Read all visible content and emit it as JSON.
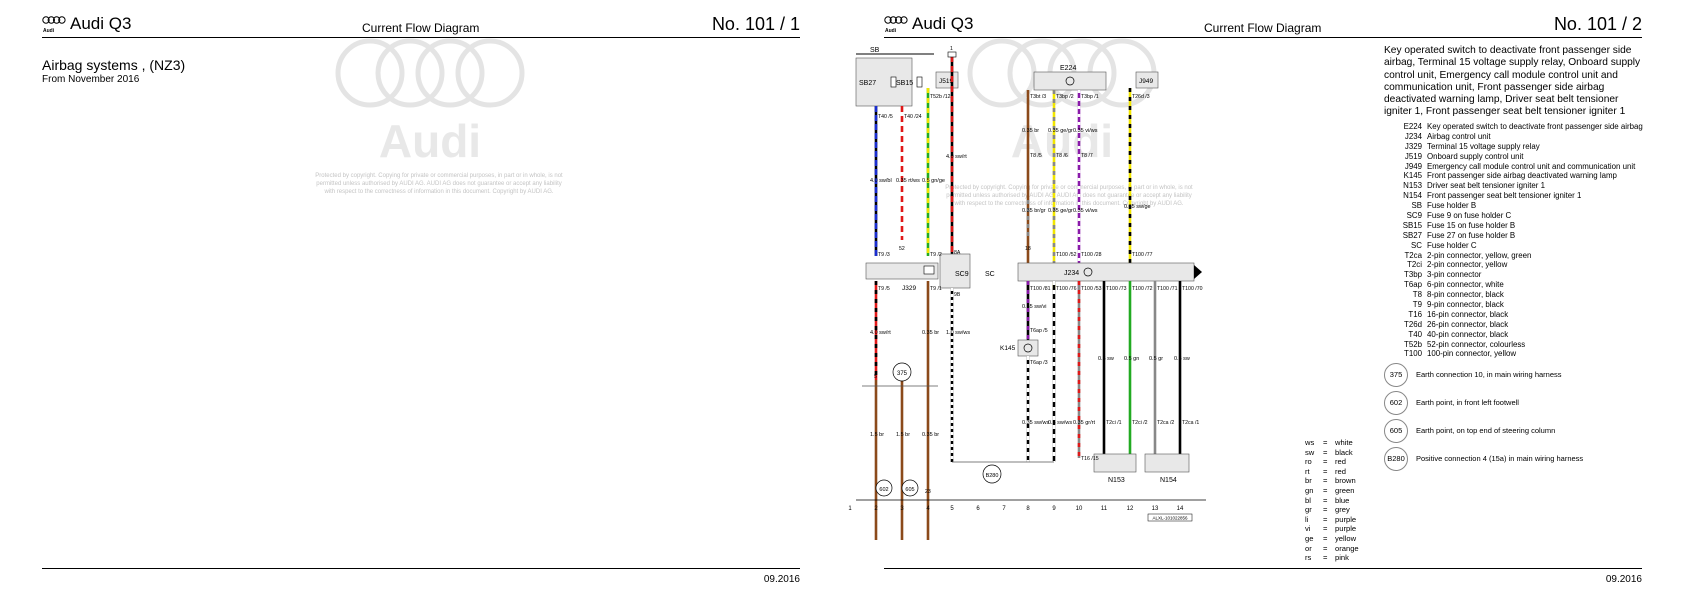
{
  "pages": [
    {
      "brand": "Audi Q3",
      "doc_title": "Current Flow Diagram",
      "number": "No.  101 /  1",
      "date": "09.2016",
      "system_title": "Airbag systems , (NZ3)",
      "system_subtitle": "From November 2016",
      "watermark": "Protected by copyright. Copying for private or commercial purposes, in part or in whole, is not permitted unless authorised by AUDI AG. AUDI AG does not guarantee or accept any liability with respect to the correctness of information in this document. Copyright by AUDI AG."
    },
    {
      "brand": "Audi Q3",
      "doc_title": "Current Flow Diagram",
      "number": "No.  101 /  2",
      "date": "09.2016",
      "watermark": "Protected by copyright. Copying for private or commercial purposes, in part or in whole, is not permitted unless authorised by AUDI AG. AUDI AG does not guarantee or accept any liability with respect to the correctness of information in this document. Copyright by AUDI AG.",
      "description": "Key operated switch to deactivate front passenger side airbag, Terminal 15 voltage supply relay, Onboard supply control unit, Emergency call module control unit and communication unit, Front passenger side airbag deactivated warning lamp, Driver seat belt tensioner igniter 1, Front passenger seat belt tensioner igniter 1",
      "legend": [
        {
          "code": "E224",
          "text": "Key operated switch to deactivate front passenger side airbag"
        },
        {
          "code": "J234",
          "text": "Airbag control unit"
        },
        {
          "code": "J329",
          "text": "Terminal 15 voltage supply relay"
        },
        {
          "code": "J519",
          "text": "Onboard supply control unit"
        },
        {
          "code": "J949",
          "text": "Emergency call module control unit and communication unit"
        },
        {
          "code": "K145",
          "text": "Front passenger side airbag deactivated warning lamp"
        },
        {
          "code": "N153",
          "text": "Driver seat belt tensioner igniter 1"
        },
        {
          "code": "N154",
          "text": "Front passenger seat belt tensioner igniter 1"
        },
        {
          "code": "SB",
          "text": "Fuse holder B"
        },
        {
          "code": "SC9",
          "text": "Fuse 9 on fuse holder C"
        },
        {
          "code": "SB15",
          "text": "Fuse 15 on fuse holder B"
        },
        {
          "code": "SB27",
          "text": "Fuse 27 on fuse holder B"
        },
        {
          "code": "SC",
          "text": "Fuse holder C"
        },
        {
          "code": "T2ca",
          "text": "2-pin connector, yellow, green"
        },
        {
          "code": "T2ci",
          "text": "2-pin connector, yellow"
        },
        {
          "code": "T3bp",
          "text": "3-pin connector"
        },
        {
          "code": "T6ap",
          "text": "6-pin connector, white"
        },
        {
          "code": "T8",
          "text": "8-pin connector, black"
        },
        {
          "code": "T9",
          "text": "9-pin connector, black"
        },
        {
          "code": "T16",
          "text": "16-pin connector, black"
        },
        {
          "code": "T26d",
          "text": "26-pin connector, black"
        },
        {
          "code": "T40",
          "text": "40-pin connector, black"
        },
        {
          "code": "T52b",
          "text": "52-pin connector, colourless"
        },
        {
          "code": "T100",
          "text": "100-pin connector, yellow"
        }
      ],
      "grounds": [
        {
          "code": "375",
          "text": "Earth connection 10, in main wiring harness"
        },
        {
          "code": "602",
          "text": "Earth point, in front left footwell"
        },
        {
          "code": "605",
          "text": "Earth point, on top end of steering column"
        },
        {
          "code": "B280",
          "text": "Positive connection 4 (15a) in main wiring harness"
        }
      ],
      "colors": [
        {
          "abbr": "ws",
          "name": "white"
        },
        {
          "abbr": "sw",
          "name": "black"
        },
        {
          "abbr": "ro",
          "name": "red"
        },
        {
          "abbr": "rt",
          "name": "red"
        },
        {
          "abbr": "br",
          "name": "brown"
        },
        {
          "abbr": "gn",
          "name": "green"
        },
        {
          "abbr": "bl",
          "name": "blue"
        },
        {
          "abbr": "gr",
          "name": "grey"
        },
        {
          "abbr": "li",
          "name": "purple"
        },
        {
          "abbr": "vi",
          "name": "purple"
        },
        {
          "abbr": "ge",
          "name": "yellow"
        },
        {
          "abbr": "or",
          "name": "orange"
        },
        {
          "abbr": "rs",
          "name": "pink"
        }
      ],
      "diagram": {
        "labels": {
          "sb": "SB",
          "sb27": "SB27",
          "sb15": "SB15",
          "j519": "J519",
          "e224": "E224",
          "j949": "J949",
          "j329": "J329",
          "sc9": "SC9",
          "sc": "SC",
          "j234": "J234",
          "k145": "K145",
          "n153": "N153",
          "n154": "N154",
          "b280": "B280",
          "g375": "375",
          "g602": "602",
          "g605": "605",
          "ref": "ALXL-101022856"
        },
        "wires": [
          {
            "id": "w2",
            "spec": "4.0 sw/bl"
          },
          {
            "id": "w3",
            "spec": "0.35 rt/ws"
          },
          {
            "id": "w4",
            "spec": "0.5 gn/ge"
          },
          {
            "id": "w5",
            "spec": "4.0 sw/rt"
          },
          {
            "id": "w8",
            "spec": "0.35 br"
          },
          {
            "id": "w9",
            "spec": "0.35 ge/gr"
          },
          {
            "id": "w10",
            "spec": "0.35 vi/ws"
          },
          {
            "id": "w12",
            "spec": "0.35 sw/ge"
          },
          {
            "id": "w8b",
            "spec": "0.35 br/gr"
          },
          {
            "id": "w9b",
            "spec": "0.35 ge/gr"
          },
          {
            "id": "w10b",
            "spec": "0.35 vi/ws"
          },
          {
            "id": "w2c",
            "spec": "4.0 sw/rt"
          },
          {
            "id": "w4c",
            "spec": "0.35 br"
          },
          {
            "id": "w5c",
            "spec": "1.0 sw/ws"
          },
          {
            "id": "w8c",
            "spec": "0.35 sw/vi"
          },
          {
            "id": "w2d",
            "spec": "1.5 br"
          },
          {
            "id": "w3d",
            "spec": "1.5 br"
          },
          {
            "id": "w4d",
            "spec": "0.35 br"
          },
          {
            "id": "w8d",
            "spec": "0.35 sw/ws"
          },
          {
            "id": "w9d",
            "spec": "0.5 sw/ws"
          },
          {
            "id": "w10d",
            "spec": "0.35 gr/rt"
          },
          {
            "id": "w11",
            "spec": "0.5 sw"
          },
          {
            "id": "w12c",
            "spec": "0.5 gn"
          },
          {
            "id": "w13",
            "spec": "0.5 gr"
          },
          {
            "id": "w14",
            "spec": "0.5 sw"
          }
        ],
        "pins": {
          "t40_5": "T40 /5",
          "t40_24": "T40 /24",
          "t52b_12": "T52b /12",
          "t3bt": "T3bt /3",
          "t3bp2": "T3bp /2",
          "t3bp1": "T3bp /1",
          "t26d": "T26d /3",
          "t8_5": "T8 /5",
          "t8_6": "T8 /6",
          "t8_7": "T8 /7",
          "t9_3": "T9 /3",
          "t9_2": "T9 /2",
          "t100_52": "T100 /52",
          "t100_28": "T100 /28",
          "t100_77": "T100 /77",
          "t9_5": "T9 /5",
          "t9_1": "T9 /1",
          "t100_81": "T100 /81",
          "t100_76": "T100 /76",
          "t100_53": "T100 /53",
          "t100_73": "T100 /73",
          "t100_72": "T100 /72",
          "t100_71": "T100 /71",
          "t100_70": "T100 /70",
          "t6ap5": "T6ap /5",
          "t6ap3": "T6ap /3",
          "t16": "T16 /15",
          "t2ci1": "T2ci /1",
          "t2ci2": "T2ci /2",
          "t2ca2": "T2ca /2",
          "t2ca1": "T2ca /1",
          "s8a": "8A",
          "s9b": "9B",
          "k52": "52",
          "k18": "18",
          "k5": "5",
          "k23": "23",
          "k1": "1"
        },
        "columns": [
          "1",
          "2",
          "3",
          "4",
          "5",
          "6",
          "7",
          "8",
          "9",
          "10",
          "11",
          "12",
          "13",
          "14"
        ]
      }
    }
  ]
}
